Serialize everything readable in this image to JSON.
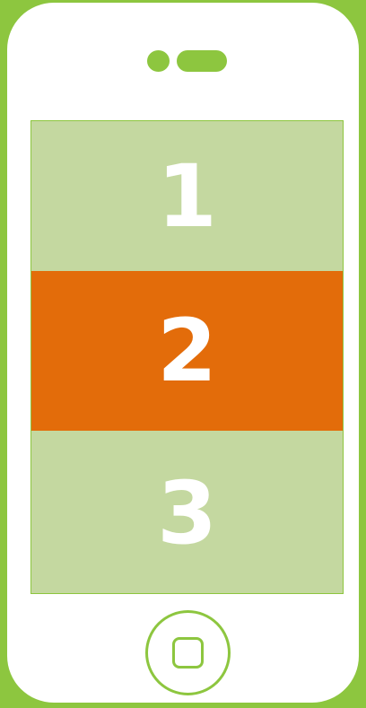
{
  "colors": {
    "frame": "#8dc63f",
    "panel_light": "#c4d8a0",
    "panel_highlight": "#e36c0a",
    "text": "#ffffff"
  },
  "screen": {
    "panels": [
      {
        "label": "1",
        "state": "normal"
      },
      {
        "label": "2",
        "state": "highlighted"
      },
      {
        "label": "3",
        "state": "normal"
      }
    ]
  }
}
